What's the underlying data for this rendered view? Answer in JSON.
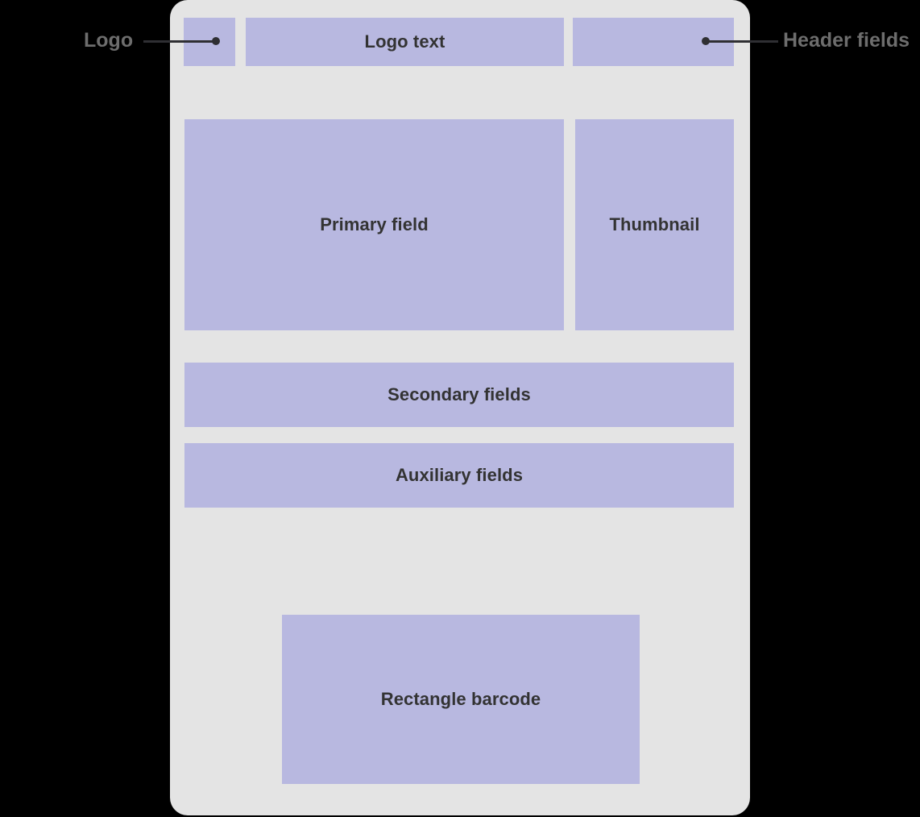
{
  "card": {
    "background_color": "#e4e4e4",
    "field_color": "#b8b8e0",
    "field_text_color": "#333333",
    "annotation_text_color": "#6d6d6d",
    "leader_color": "#2f2f33"
  },
  "header": {
    "logo_label": "",
    "logo_text_label": "Logo text",
    "header_fields_label": ""
  },
  "body": {
    "primary_field_label": "Primary field",
    "thumbnail_label": "Thumbnail",
    "secondary_fields_label": "Secondary fields",
    "auxiliary_fields_label": "Auxiliary fields"
  },
  "footer": {
    "barcode_label": "Rectangle barcode"
  },
  "annotations": [
    {
      "id": "logo",
      "label": "Logo",
      "side": "left"
    },
    {
      "id": "header-fields",
      "label": "Header fields",
      "side": "right"
    }
  ]
}
